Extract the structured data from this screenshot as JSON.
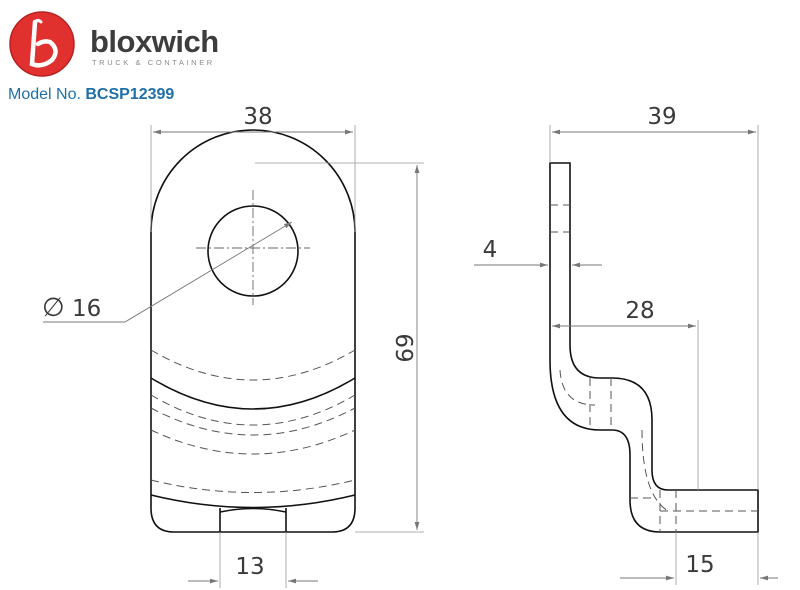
{
  "brand": {
    "name": "bloxwich",
    "tagline": "TRUCK & CONTAINER",
    "logo_color": "#e0312f"
  },
  "model": {
    "label": "Model No.",
    "number": "BCSP12399"
  },
  "front_view": {
    "width_dim": "38",
    "height_dim": "69",
    "hole_dim": "16",
    "diameter_symbol": "∅",
    "bottom_dim": "13"
  },
  "side_view": {
    "width_dim": "39",
    "thickness_dim": "4",
    "offset_dim": "28",
    "foot_dim": "15"
  }
}
